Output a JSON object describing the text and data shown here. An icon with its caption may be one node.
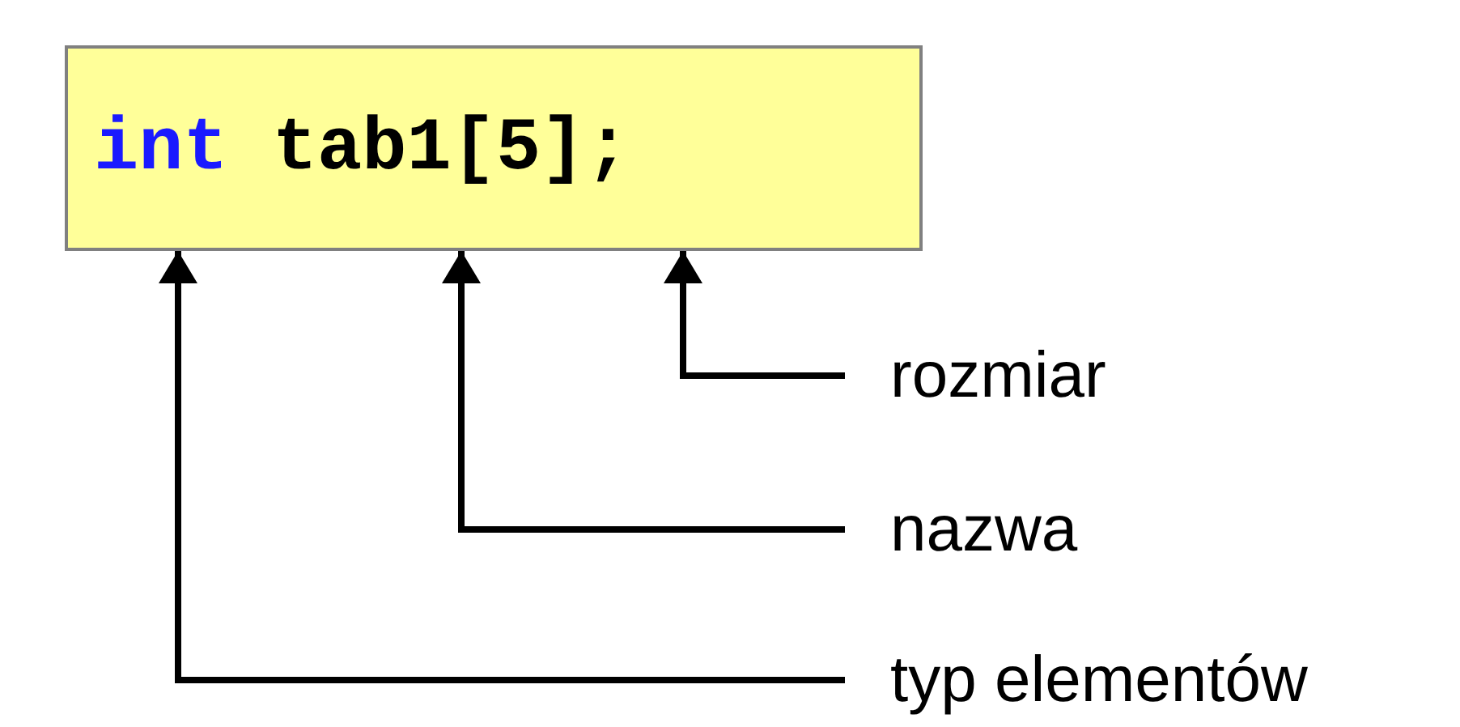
{
  "diagram": {
    "nodes": [
      {
        "text": [
          "int tab1[5];"
        ]
      },
      {
        "text": [
          "rozmiar"
        ]
      },
      {
        "text": [
          "nazwa"
        ]
      },
      {
        "text": [
          "typ elementów"
        ]
      }
    ],
    "edges": [
      {
        "from": 1,
        "to": 0,
        "arrow": "to"
      },
      {
        "from": 2,
        "to": 0,
        "arrow": "to"
      },
      {
        "from": 3,
        "to": 0,
        "arrow": "to"
      }
    ]
  }
}
